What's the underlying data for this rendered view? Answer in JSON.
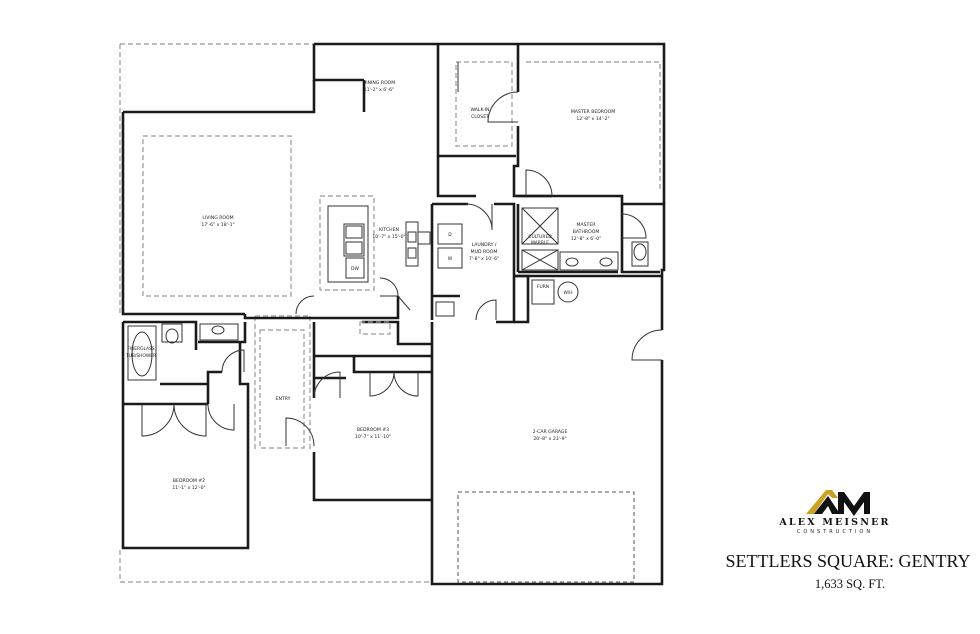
{
  "plan": {
    "rooms": [
      {
        "key": "dining",
        "name": "DINING ROOM",
        "dims": "11'-2\" x 6'-6\""
      },
      {
        "key": "living",
        "name": "LIVING ROOM",
        "dims": "17'-6\" x 18'-1\""
      },
      {
        "key": "kitchen",
        "name": "KITCHEN",
        "dims": "10'-7\" x 15'-0\""
      },
      {
        "key": "walkin",
        "name": "WALK-IN",
        "name2": "CLOSET"
      },
      {
        "key": "master_bedroom",
        "name": "MASTER BEDROOM",
        "dims": "12'-8\" x 14'-2\""
      },
      {
        "key": "laundry",
        "name": "LAUNDRY /",
        "name2": "MUD ROOM",
        "dims": "7'-8\" x 10'-6\""
      },
      {
        "key": "master_bath",
        "name": "MASTER",
        "name2": "BATHROOM",
        "dims": "12'-8\" x 6'-0\""
      },
      {
        "key": "garage",
        "name": "2-CAR GARAGE",
        "dims": "20'-8\" x 23'-9\""
      },
      {
        "key": "bedroom3",
        "name": "BEDROOM #3",
        "dims": "10'-7\" x 11'-10\""
      },
      {
        "key": "entry",
        "name": "ENTRY"
      },
      {
        "key": "bedroom2",
        "name": "BEDROOM #2",
        "dims": "11'-1\" x 12'-0\""
      }
    ],
    "fixtures": {
      "dishwasher": "DW",
      "dryer": "D",
      "washer": "W",
      "furnace": "FURN",
      "water_heater": "W/H",
      "cultured": "CULTURED",
      "marble": "MARBLE",
      "fiberglass": "FIBERGLASS",
      "tub_shower": "TUB/SHOWER"
    }
  },
  "branding": {
    "logo_mark": "AM",
    "company": "ALEX MEISNER",
    "company_sub": "CONSTRUCTION",
    "plan_title": "SETTLERS SQUARE: GENTRY",
    "area": "1,633 SQ. FT."
  }
}
